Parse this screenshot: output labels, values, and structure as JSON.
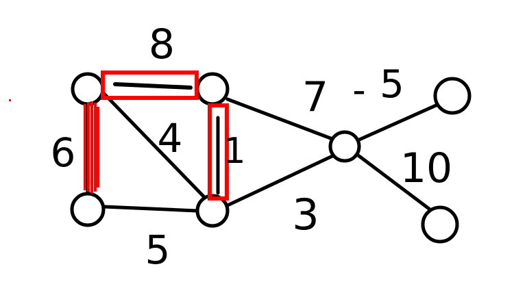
{
  "diagram": {
    "colors": {
      "ink": "#000000",
      "highlight": "#ff0000",
      "background": "#ffffff"
    },
    "node_labels": [],
    "edge_weights": {
      "top_left_top_mid": "8",
      "top_left_bottom_mid": "4",
      "top_left_bottom_left": "6",
      "top_mid_bottom_mid": "1",
      "bottom_left_bottom_mid": "5",
      "top_mid_hub": "7",
      "hub_top_right_dash": "-",
      "hub_top_right": "5",
      "bottom_mid_hub": "3",
      "hub_bottom_right": "10"
    },
    "highlighted_edges": [
      "top_left_top_mid",
      "top_left_bottom_left",
      "top_mid_bottom_mid"
    ]
  }
}
